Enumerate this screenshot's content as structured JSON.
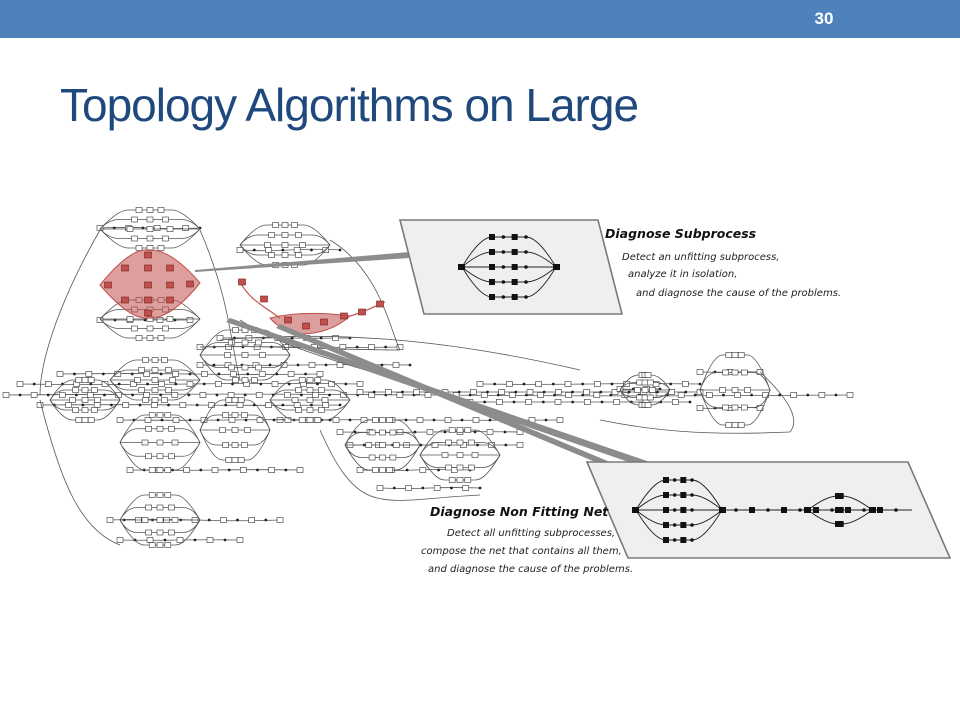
{
  "slide": {
    "number": "30",
    "title": "Topology Algorithms on Large",
    "accent_color": "#4f81bd",
    "title_color": "#1f497d",
    "highlight_color": "#c0504d"
  },
  "callouts": [
    {
      "title": "Diagnose Subprocess",
      "lines": [
        "Detect an unfitting subprocess,",
        "analyze it in isolation,",
        "and diagnose the cause of the problems."
      ]
    },
    {
      "title": "Diagnose Non Fitting Net",
      "lines": [
        "Detect all unfitting subprocesses,",
        "compose the net that contains all them,",
        "and diagnose the cause of the problems."
      ]
    }
  ]
}
